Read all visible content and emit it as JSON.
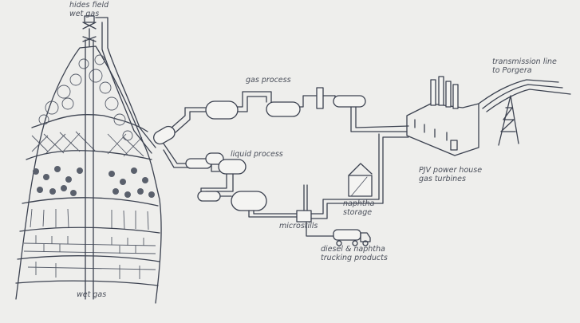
{
  "labels": {
    "wet_gas_top": "hides field\nwet gas",
    "gas_process": "gas process",
    "liquid_process": "liquid process",
    "transmission": "transmission line\nto Porgera",
    "powerhouse": "PJV power house\ngas turbines",
    "naphtha": "naphtha\nstorage",
    "microstills": "microstills",
    "trucking": "diesel & naphtha\ntrucking products",
    "wet_gas_bottom": "wet gas"
  },
  "icons": [
    "wellhead-icon",
    "factory-icon",
    "transmission-tower-icon",
    "truck-icon",
    "storage-tank-icon"
  ],
  "colors": {
    "paper": "#eeeeec",
    "ink": "#3c4250"
  }
}
